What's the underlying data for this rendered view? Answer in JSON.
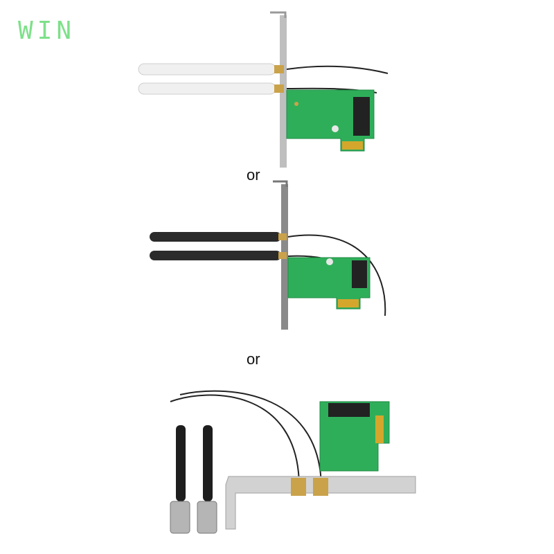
{
  "watermark": {
    "text": "WIN",
    "color": "#7ee08a"
  },
  "dividers": {
    "first": "or",
    "second": "or"
  },
  "icons": {
    "product_1": "wifi-card-white-antennas",
    "product_2": "wifi-card-black-antennas",
    "product_3": "wifi-card-detached-antennas"
  },
  "colors": {
    "pcb_green": "#2fae5a",
    "gold_contacts": "#d4a72c",
    "bracket_metal": "#c9c9c9",
    "antenna_white": "#ededed",
    "antenna_black": "#2b2b2b"
  }
}
